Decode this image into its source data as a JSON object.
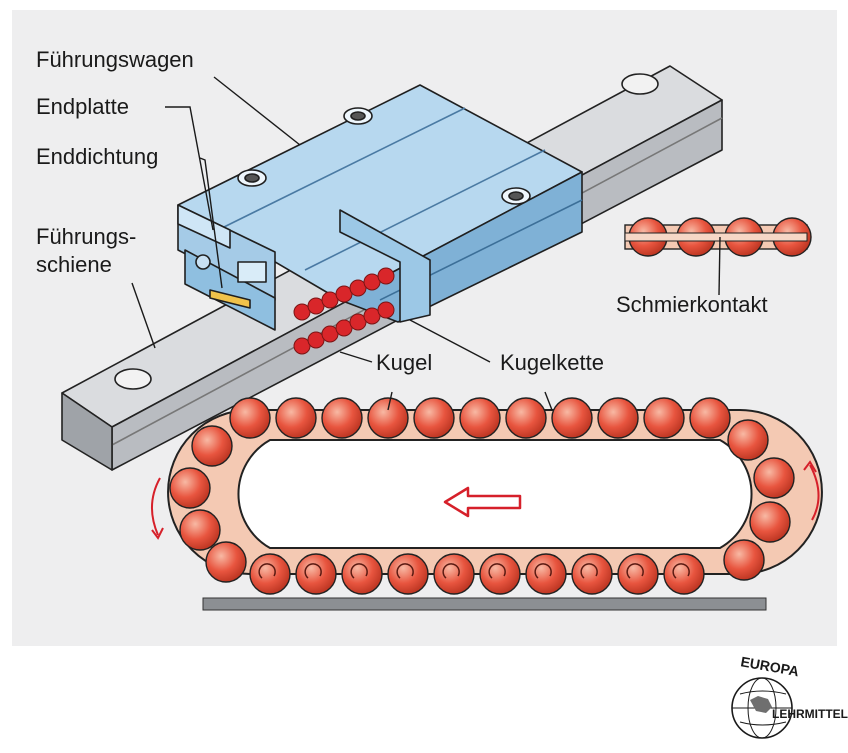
{
  "labels": {
    "fuehrungswagen": "Führungswagen",
    "endplatte": "Endplatte",
    "enddichtung": "Enddichtung",
    "fuehrungsschiene_1": "Führungs-",
    "fuehrungsschiene_2": "schiene",
    "schmierkontakt": "Schmierkontakt",
    "kugel": "Kugel",
    "kugelkette": "Kugelkette"
  },
  "logo": {
    "top": "EUROPA",
    "bottom": "LEHRMITTEL"
  },
  "colors": {
    "panel": "#eeeeef",
    "carriage": "#a9cfe9",
    "carriage_dark": "#7fb1d6",
    "rail": "#cfd2d6",
    "ball": "#e8553f",
    "chain": "#f4c9b3",
    "arrow": "#d6202a"
  }
}
